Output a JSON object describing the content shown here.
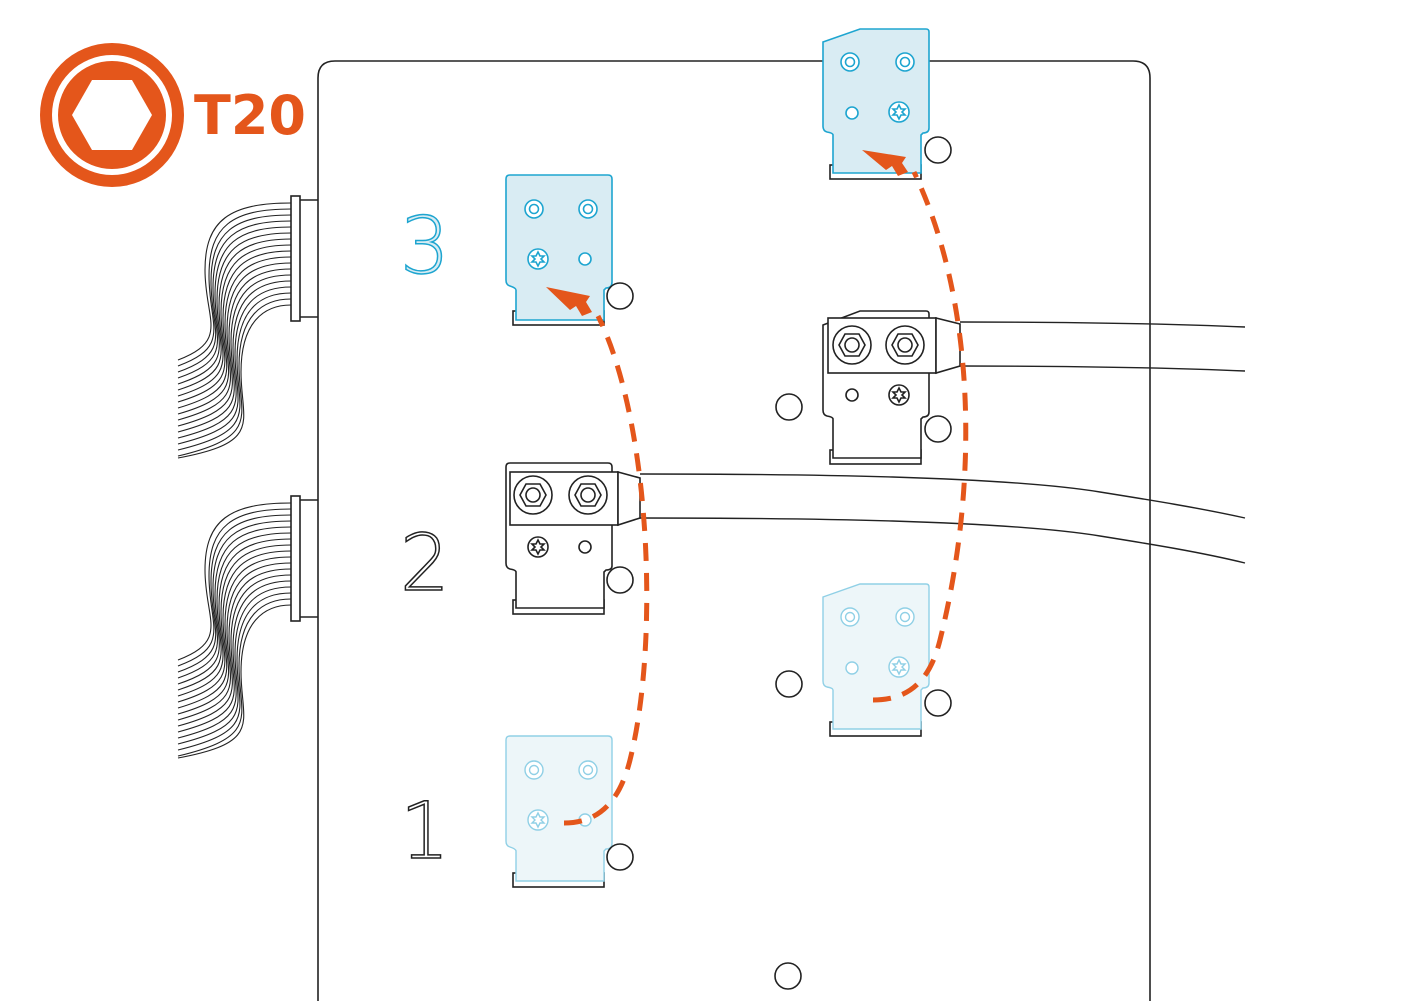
{
  "tool": {
    "label": "T20",
    "icon": "torx-hex-bit-icon",
    "color": "#e4561b"
  },
  "steps": [
    {
      "number": "3",
      "state": "target",
      "color": "#1ea5d0"
    },
    {
      "number": "2",
      "state": "current",
      "color": "#222222"
    },
    {
      "number": "1",
      "state": "origin-ghost",
      "color": "#222222"
    }
  ],
  "colors": {
    "accent_orange": "#e4561b",
    "plate_fill": "#d9ecf3",
    "plate_stroke": "#1ea5d0",
    "ghost_fill": "#edf6f9",
    "ghost_stroke": "#90d0e6",
    "line": "#222222"
  }
}
